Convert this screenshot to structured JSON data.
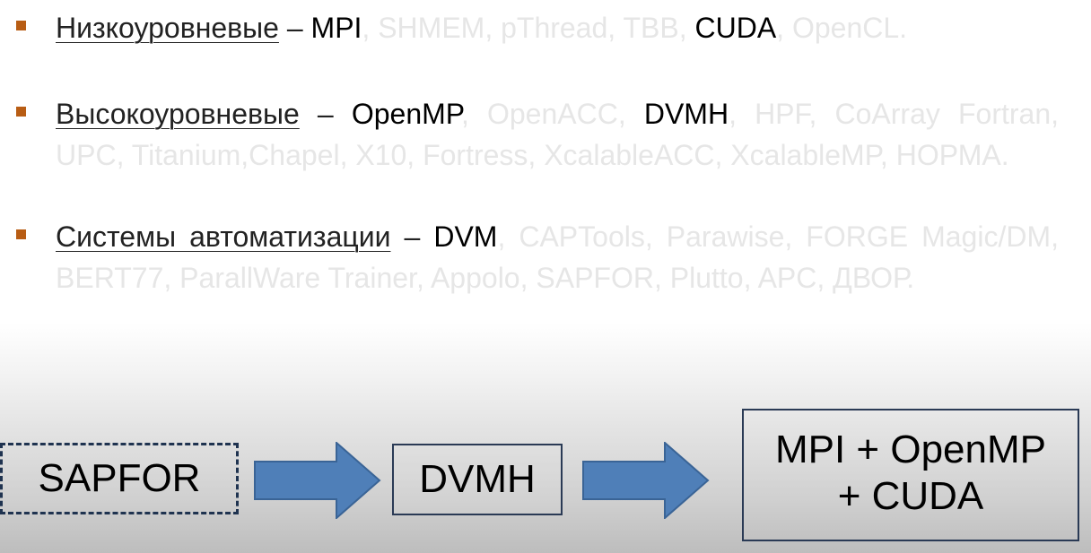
{
  "bullets": [
    {
      "category": "Низкоуровневые",
      "separator": " – ",
      "items": [
        {
          "text": "MPI",
          "highlight": true
        },
        {
          "text": ", SHMEM, pThread, TBB, ",
          "highlight": false
        },
        {
          "text": "CUDA",
          "highlight": true
        },
        {
          "text": ", OpenCL.",
          "highlight": false
        }
      ]
    },
    {
      "category": "Высокоуровневые",
      "separator": " – ",
      "items": [
        {
          "text": "OpenMP",
          "highlight": true
        },
        {
          "text": ", OpenACC, ",
          "highlight": false
        },
        {
          "text": "DVMH",
          "highlight": true
        },
        {
          "text": ", HPF, CoArray Fortran, UPC, Titanium,Chapel, X10, Fortress, XcalableACC, XcalableMP, НОРМА.",
          "highlight": false
        }
      ]
    },
    {
      "category": "Системы автоматизации",
      "separator": " – ",
      "items": [
        {
          "text": "DVM",
          "highlight": true
        },
        {
          "text": ", CAPTools, Parawise, FORGE Magic/DM, BERT77, ParallWare Trainer, Appolo, SAPFOR, Plutto, APC, ДВОР.",
          "highlight": false
        }
      ]
    }
  ],
  "flow": {
    "source": "SAPFOR",
    "middle": "DVMH",
    "target_line1": "MPI + OpenMP",
    "target_line2": "+ CUDA"
  },
  "colors": {
    "marker": "#b85d14",
    "arrow_fill": "#4f7fb8",
    "arrow_stroke": "#3a6496",
    "highlight_text": "#000000",
    "faint_text": "#e6e6e6"
  }
}
